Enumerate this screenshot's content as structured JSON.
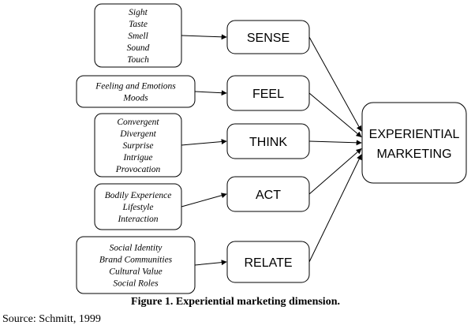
{
  "diagram": {
    "groups": [
      {
        "dimension": "SENSE",
        "items": [
          "Sight",
          "Taste",
          "Smell",
          "Sound",
          "Touch"
        ]
      },
      {
        "dimension": "FEEL",
        "items": [
          "Feeling and Emotions",
          "Moods"
        ]
      },
      {
        "dimension": "THINK",
        "items": [
          "Convergent",
          "Divergent",
          "Surprise",
          "Intrigue",
          "Provocation"
        ]
      },
      {
        "dimension": "ACT",
        "items": [
          "Bodily Experience",
          "Lifestyle",
          "Interaction"
        ]
      },
      {
        "dimension": "RELATE",
        "items": [
          "Social Identity",
          "Brand Communities",
          "Cultural Value",
          "Social Roles"
        ]
      }
    ],
    "target": {
      "line1": "EXPERIENTIAL",
      "line2": "MARKETING"
    }
  },
  "caption": "Figure 1. Experiential marketing dimension.",
  "source": "Source: Schmitt, 1999"
}
